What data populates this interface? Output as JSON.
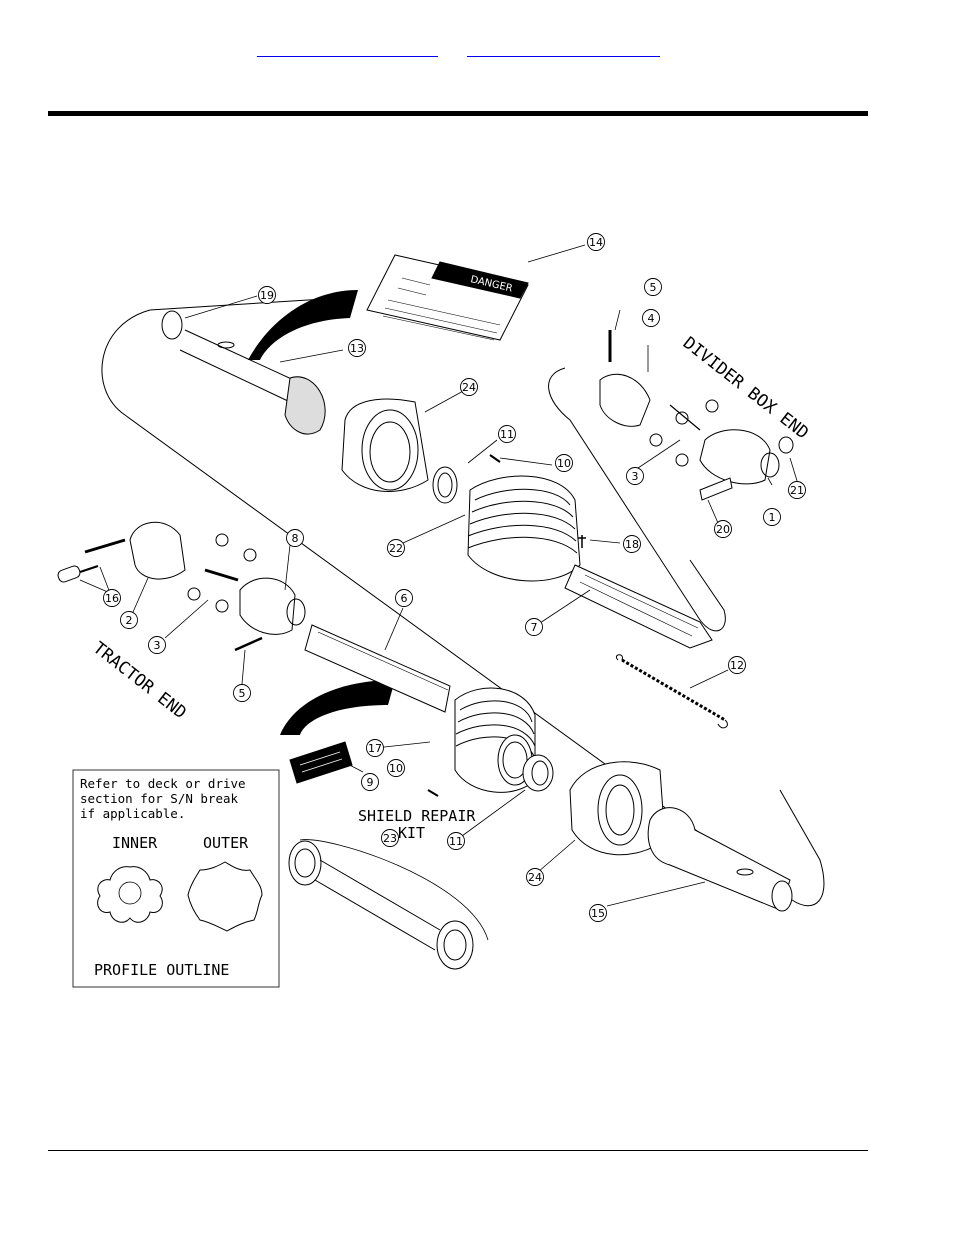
{
  "header": {
    "link_left": "",
    "link_right": ""
  },
  "diagram": {
    "callouts": [
      "1",
      "2",
      "3",
      "4",
      "5",
      "6",
      "7",
      "8",
      "9",
      "10",
      "11",
      "12",
      "13",
      "14",
      "15",
      "16",
      "17",
      "18",
      "19",
      "20",
      "21",
      "22",
      "23",
      "24"
    ],
    "labels": {
      "divider_box_end": "DIVIDER BOX END",
      "tractor_end": "TRACTOR END",
      "shield_repair_line1": "SHIELD REPAIR",
      "shield_repair_line2": "KIT"
    },
    "decal_text": "DANGER",
    "note": {
      "line1": "Refer to deck or drive",
      "line2": "section for S/N break",
      "line3": "if applicable.",
      "inner": "INNER",
      "outer": "OUTER",
      "profile": "PROFILE OUTLINE"
    }
  }
}
